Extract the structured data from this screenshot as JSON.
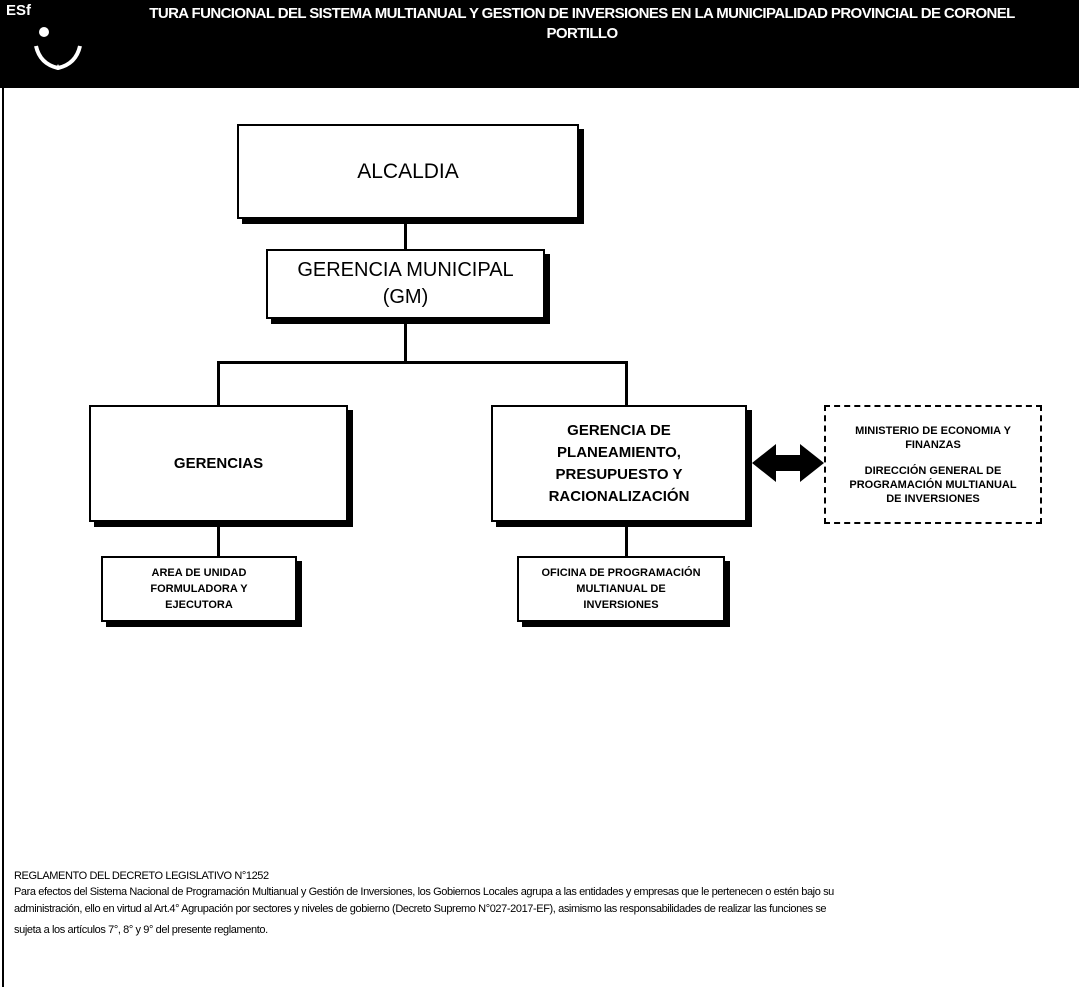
{
  "header": {
    "logo_text": "ESf",
    "title_line1": "TURA FUNCIONAL DEL SISTEMA MULTIANUAL Y GESTION DE INVERSIONES EN LA MUNICIPALIDAD PROVINCIAL DE CORONEL",
    "title_line2": "PORTILLO"
  },
  "diagram": {
    "alcaldia": "ALCALDIA",
    "gerencia_municipal": "GERENCIA MUNICIPAL\n(GM)",
    "gerencias": "GERENCIAS",
    "gerencia_planeamiento": "GERENCIA DE\nPLANEAMIENTO,\nPRESUPUESTO Y\nRACIONALIZACIÓN",
    "ministerio": "MINISTERIO DE ECONOMIA Y\nFINANZAS",
    "direccion_general": "DIRECCIÓN GENERAL DE\nPROGRAMACIÓN MULTIANUAL\nDE INVERSIONES",
    "area_unidad": "AREA DE UNIDAD\nFORMULADORA Y\nEJECUTORA",
    "oficina_programacion": "OFICINA DE PROGRAMACIÓN\nMULTIANUAL DE\nINVERSIONES"
  },
  "caption": {
    "title": "REGLAMENTO DEL DECRETO LEGISLATIVO N°1252",
    "body_line1": "Para efectos del Sistema Nacional de Programación Multianual y Gestión de Inversiones, los Gobiernos Locales agrupa a las entidades y empresas que le pertenecen o estén bajo su",
    "body_line2": "administración, ello en virtud al Art.4° Agrupación por sectores y niveles de gobierno (Decreto Supremo N°027-2017-EF), asimismo las responsabilidades de realizar las funciones se",
    "body_line3": "sujeta a los artículos 7°, 8° y 9° del presente reglamento."
  }
}
